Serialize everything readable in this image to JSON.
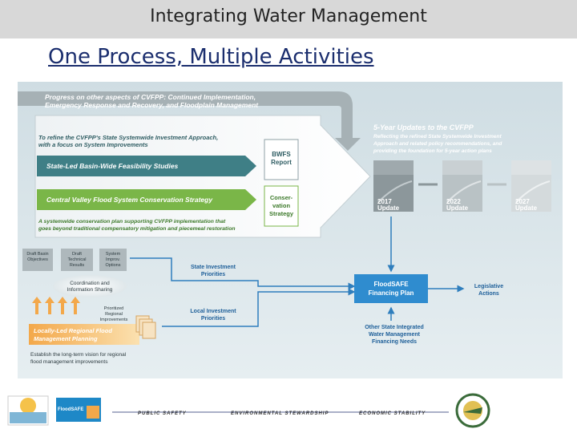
{
  "header": {
    "title": "Integrating Water Management"
  },
  "slide": {
    "title": "One Process, Multiple Activities"
  },
  "diagram": {
    "progress_line1": "Progress on other aspects of CVFPP: Continued Implementation,",
    "progress_line2": "Emergency Response and Recovery, and Floodplain Management",
    "refine_line1": "To refine the CVFPP's State Systemwide Investment Approach,",
    "refine_line2": "with a focus on System Improvements",
    "state_led": "State-Led Basin-Wide Feasibility Studies",
    "bwfs_line1": "BWFS",
    "bwfs_line2": "Report",
    "conservation": "Central Valley Flood System Conservation Strategy",
    "cons_line1": "Conser-",
    "cons_line2": "vation",
    "cons_line3": "Strategy",
    "plan_line1": "A systemwide conservation plan supporting CVFPP implementation that",
    "plan_line2": "goes beyond traditional compensatory mitigation and piecemeal restoration",
    "updates_title": "5-Year Updates to the CVFPP",
    "updates_line1": "Reflecting the refined State Systemwide Investment",
    "updates_line2": "Approach and related policy recommendations, and",
    "updates_line3": "providing the foundation for 5-year action plans",
    "update_2017": "2017",
    "update_2022": "2022",
    "update_2027": "2027",
    "update_label": "Update",
    "draft_basin_line1": "Draft Basin",
    "draft_basin_line2": "Objectives",
    "draft_tech_line1": "Draft",
    "draft_tech_line2": "Technical",
    "draft_tech_line3": "Results",
    "system_impr_line1": "System",
    "system_impr_line2": "Improv.",
    "system_impr_line3": "Options",
    "coord_line1": "Coordination and",
    "coord_line2": "Information Sharing",
    "prioritized_line1": "Prioritized",
    "prioritized_line2": "Regional",
    "prioritized_line3": "Improvements",
    "locally_line1": "Locally-Led Regional Flood",
    "locally_line2": "Management Planning",
    "establish_line1": "Establish the long-term vision for regional",
    "establish_line2": "flood management improvements",
    "state_inv_line1": "State Investment",
    "state_inv_line2": "Priorities",
    "local_inv_line1": "Local Investment",
    "local_inv_line2": "Priorities",
    "floodsafe_line1": "FloodSAFE",
    "floodsafe_line2": "Financing Plan",
    "legislative_line1": "Legislative",
    "legislative_line2": "Actions",
    "other_line1": "Other State Integrated",
    "other_line2": "Water Management",
    "other_line3": "Financing Needs"
  },
  "footer": {
    "public_safety": "PUBLIC SAFETY",
    "environmental": "ENVIRONMENTAL STEWARDSHIP",
    "economic": "ECONOMIC STABILITY",
    "floodsafe_logo": "FloodSAFE"
  },
  "colors": {
    "title_blue": "#1b2e6e",
    "teal": "#3f7f86",
    "green": "#7ab648",
    "floodsafe_blue": "#1e88c7",
    "orange": "#f3a84a"
  }
}
